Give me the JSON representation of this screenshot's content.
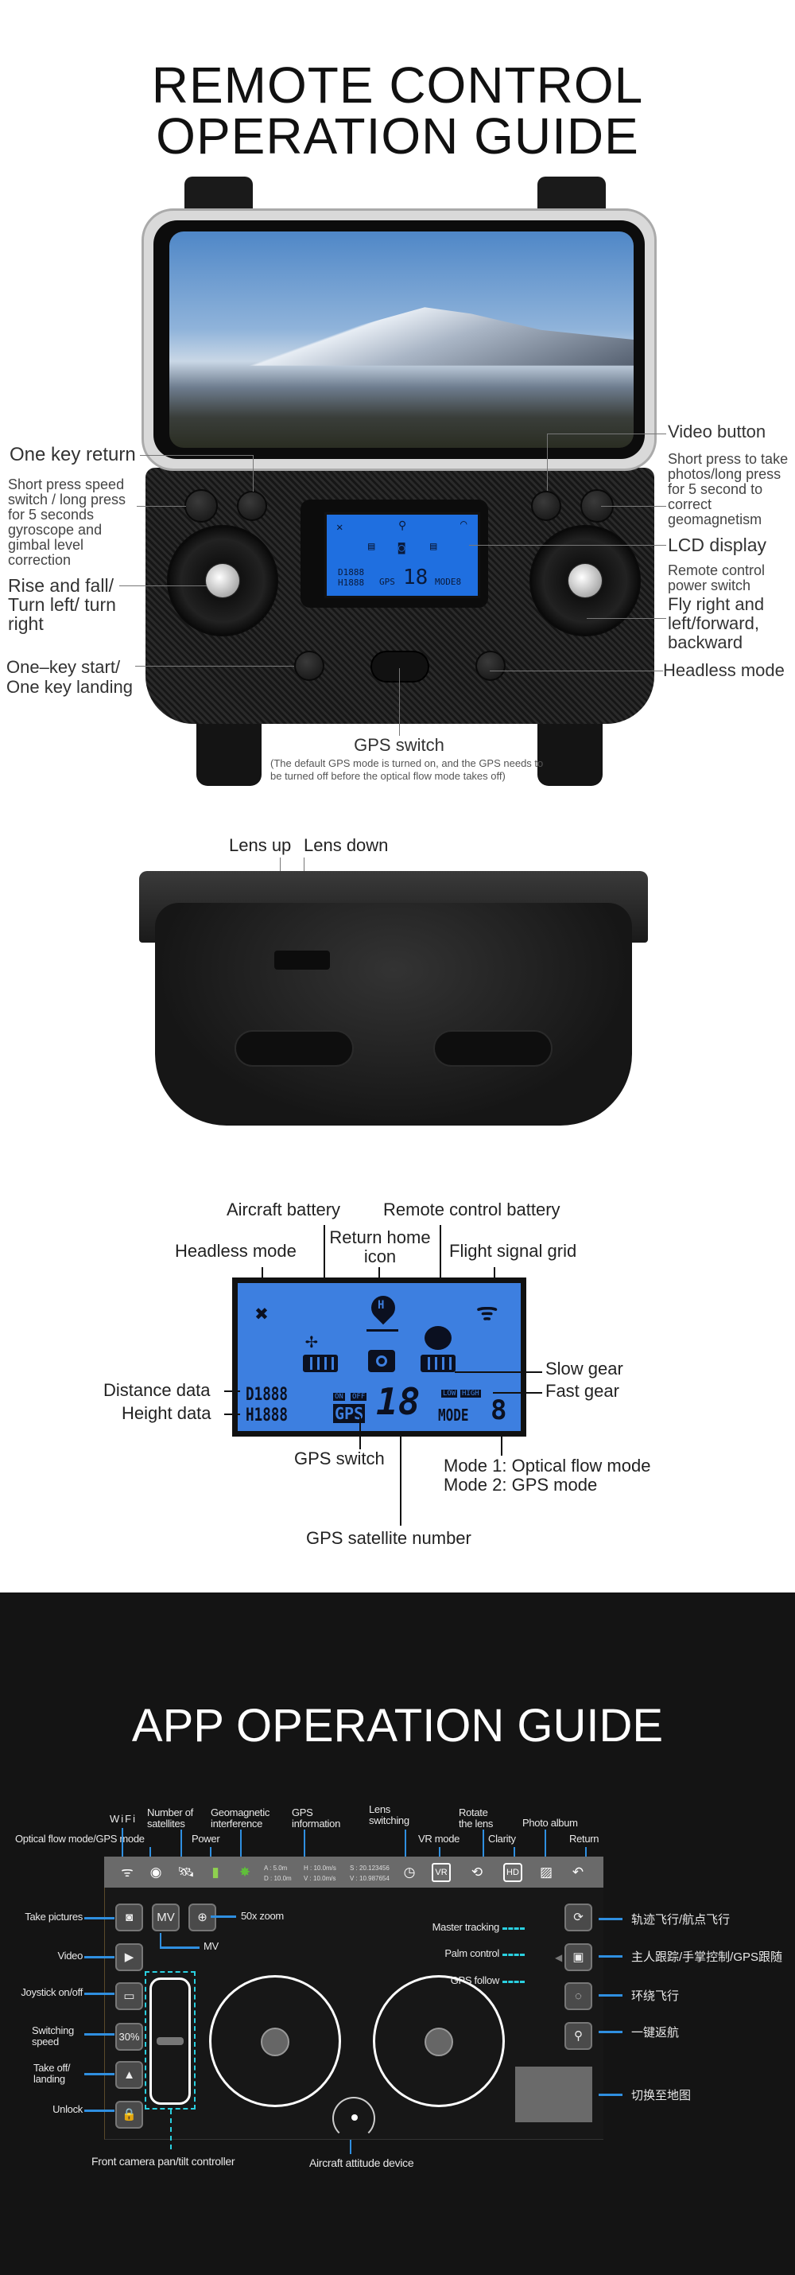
{
  "remote_section": {
    "title_line1": "REMOTE CONTROL",
    "title_line2": "OPERATION GUIDE",
    "left_labels": {
      "one_key_return": "One key return",
      "speed_switch": "Short press speed switch / long press for 5 seconds gyroscope and gimbal level correction",
      "rise_fall": "Rise and fall/ Turn left/ turn right",
      "one_key_start": "One–key start/ One key landing"
    },
    "right_labels": {
      "video_button": "Video button",
      "photo_note": "Short press to take photos/long press for 5 second to correct geomagnetism",
      "lcd_display": "LCD display",
      "power_switch": "Remote control power switch",
      "fly_right": "Fly right and left/forward, backward",
      "headless_mode": "Headless mode"
    },
    "gps_switch": "GPS switch",
    "gps_note": "(The default GPS mode is turned on, and the GPS needs to be turned off before the optical flow mode takes off)",
    "lcd_mini": {
      "d": "D1888",
      "h": "H1888",
      "gps": "GPS",
      "sat": "18",
      "mode": "MODE8"
    }
  },
  "drone_section": {
    "lens_up": "Lens up",
    "lens_down": "Lens down"
  },
  "lcd_section": {
    "aircraft_battery": "Aircraft battery",
    "remote_battery": "Remote control battery",
    "headless_mode": "Headless mode",
    "return_home": "Return home icon",
    "flight_signal": "Flight signal grid",
    "distance_data": "Distance data",
    "height_data": "Height data",
    "slow_gear": "Slow gear",
    "fast_gear": "Fast gear",
    "gps_switch": "GPS switch",
    "mode1": "Mode 1: Optical flow mode",
    "mode2": "Mode 2: GPS mode",
    "gps_satellite_number": "GPS satellite number",
    "screen": {
      "d": "D1888",
      "h": "H1888",
      "on": "ON",
      "off": "OFF",
      "gps": "GPS",
      "sat": "18",
      "low": "LOW",
      "high": "HIGH",
      "mode": "MODE",
      "mode_val": "8",
      "home": "H"
    }
  },
  "app_section": {
    "title": "APP OPERATION GUIDE",
    "top_labels": {
      "wifi": "WiFi",
      "optical_gps": "Optical flow mode/GPS mode",
      "satellites": "Number of satellites",
      "power": "Power",
      "geomagnetic": "Geomagnetic interference",
      "gps_info": "GPS information",
      "lens_switching": "Lens switching",
      "vr_mode": "VR mode",
      "rotate_lens": "Rotate the lens",
      "clarity": "Clarity",
      "photo_album": "Photo album",
      "return": "Return"
    },
    "telemetry": {
      "a": "A : 5.0m",
      "d": "D : 10.0m",
      "h": "H : 10.0m/s",
      "v": "V : 10.0m/s",
      "s": "S : 20.123456",
      "v2": "V : 10.987654"
    },
    "buttons": {
      "mv": "MV",
      "speed": "30%",
      "hd": "HD",
      "vr": "VR"
    },
    "left_labels": {
      "take_pictures": "Take pictures",
      "video": "Video",
      "joystick": "Joystick on/off",
      "switching_speed": "Switching speed",
      "take_off": "Take off/ landing",
      "unlock": "Unlock",
      "zoom": "50x zoom",
      "mv": "MV"
    },
    "follow_labels": {
      "master": "Master tracking",
      "palm": "Palm control",
      "gps_follow": "GPS follow"
    },
    "right_labels": {
      "trajectory": "轨迹飞行/航点飞行",
      "follow": "主人跟踪/手掌控制/GPS跟随",
      "orbit": "环绕飞行",
      "return": "一键返航",
      "map": "切换至地图"
    },
    "bottom_labels": {
      "camera_controller": "Front camera pan/tilt controller",
      "attitude": "Aircraft attitude device"
    }
  }
}
